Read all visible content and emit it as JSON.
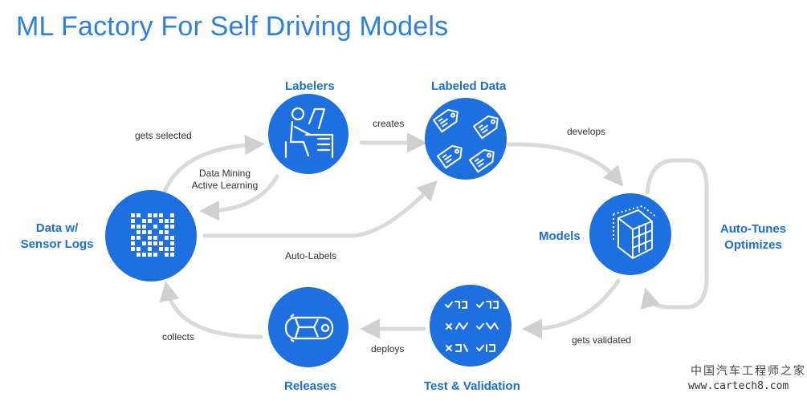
{
  "title": "ML Factory For Self Driving Models",
  "nodes": {
    "data": "Data w/\nSensor Logs",
    "labelers": "Labelers",
    "labeled_data": "Labeled Data",
    "models": "Models",
    "test_validation": "Test & Validation",
    "releases": "Releases"
  },
  "edges": {
    "gets_selected": "gets selected",
    "data_mining": "Data Mining\nActive Learning",
    "creates": "creates",
    "develops": "develops",
    "auto_labels": "Auto-Labels",
    "auto_tunes": "Auto-Tunes\nOptimizes",
    "gets_validated": "gets validated",
    "deploys": "deploys",
    "collects": "collects"
  },
  "watermark": {
    "cn": "中国汽车工程师之家",
    "url": "www.cartech8.com"
  },
  "colors": {
    "accent": "#1e6fe0",
    "arrow": "#d4d4d4",
    "title": "#2f7fe0"
  }
}
